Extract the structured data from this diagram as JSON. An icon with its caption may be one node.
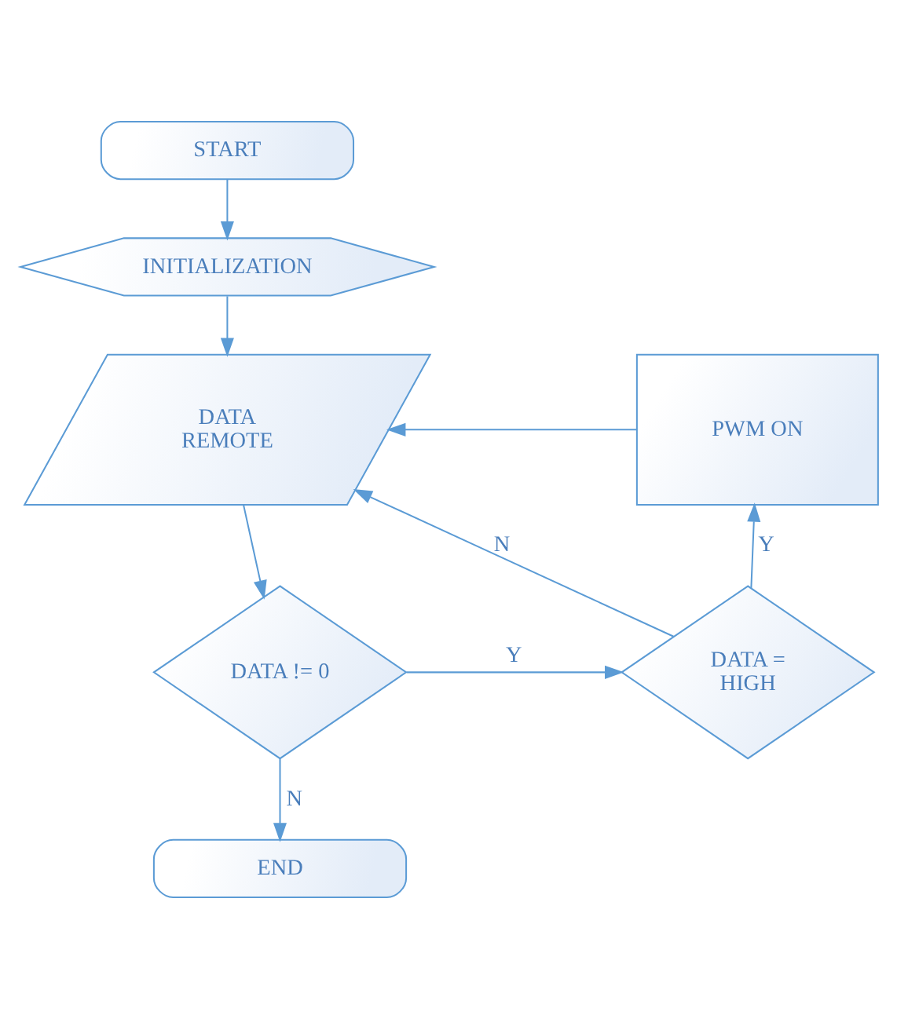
{
  "diagram": {
    "nodes": [
      {
        "text": [
          "START"
        ]
      },
      {
        "text": [
          "INITIALIZATION"
        ]
      },
      {
        "text": [
          "DATA REMOTE"
        ]
      },
      {
        "text": [
          "DATA != 0"
        ]
      },
      {
        "text": [
          "DATA = HIGH"
        ]
      },
      {
        "text": [
          "PWM ON"
        ]
      },
      {
        "text": [
          "END"
        ]
      }
    ],
    "edges": [
      {
        "from": 0,
        "to": 1,
        "arrow": "to"
      },
      {
        "from": 1,
        "to": 2,
        "arrow": "to"
      },
      {
        "from": 2,
        "to": 3,
        "arrow": "to"
      },
      {
        "from": 3,
        "to": 4,
        "arrow": "to",
        "label": "Y"
      },
      {
        "from": 3,
        "to": 6,
        "arrow": "to",
        "label": "N"
      },
      {
        "from": 4,
        "to": 5,
        "arrow": "to",
        "label": "Y"
      },
      {
        "from": 5,
        "to": 2,
        "arrow": "to"
      },
      {
        "from": 4,
        "to": 2,
        "arrow": "to",
        "label": "N"
      }
    ]
  }
}
